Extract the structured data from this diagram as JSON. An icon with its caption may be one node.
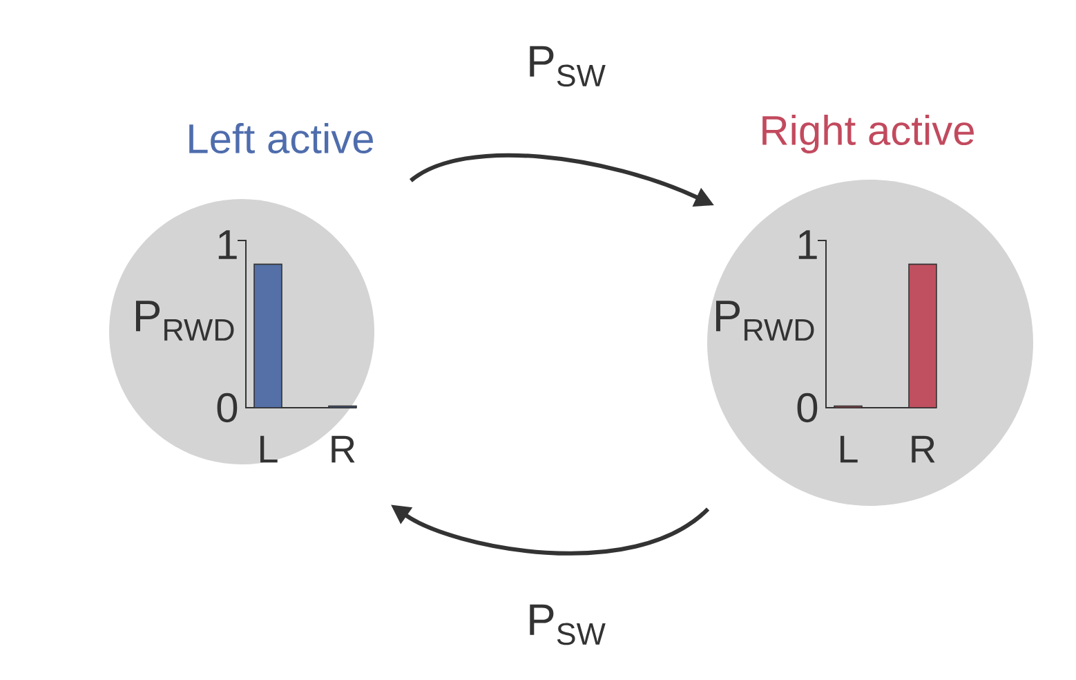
{
  "diagram": {
    "nodes": [
      {
        "text": [
          "Left active",
          "1",
          "P$_{RWD}$",
          "0",
          "L",
          "R"
        ]
      },
      {
        "text": [
          "Right active",
          "1",
          "P$_{RWD}$",
          "0",
          "L",
          "R"
        ]
      }
    ],
    "edges": [
      {
        "from": 0,
        "to": 1,
        "arrow": "to",
        "label": "P$_{SW}$"
      },
      {
        "from": 1,
        "to": 0,
        "arrow": "to",
        "label": "P$_{SW}$"
      }
    ]
  }
}
